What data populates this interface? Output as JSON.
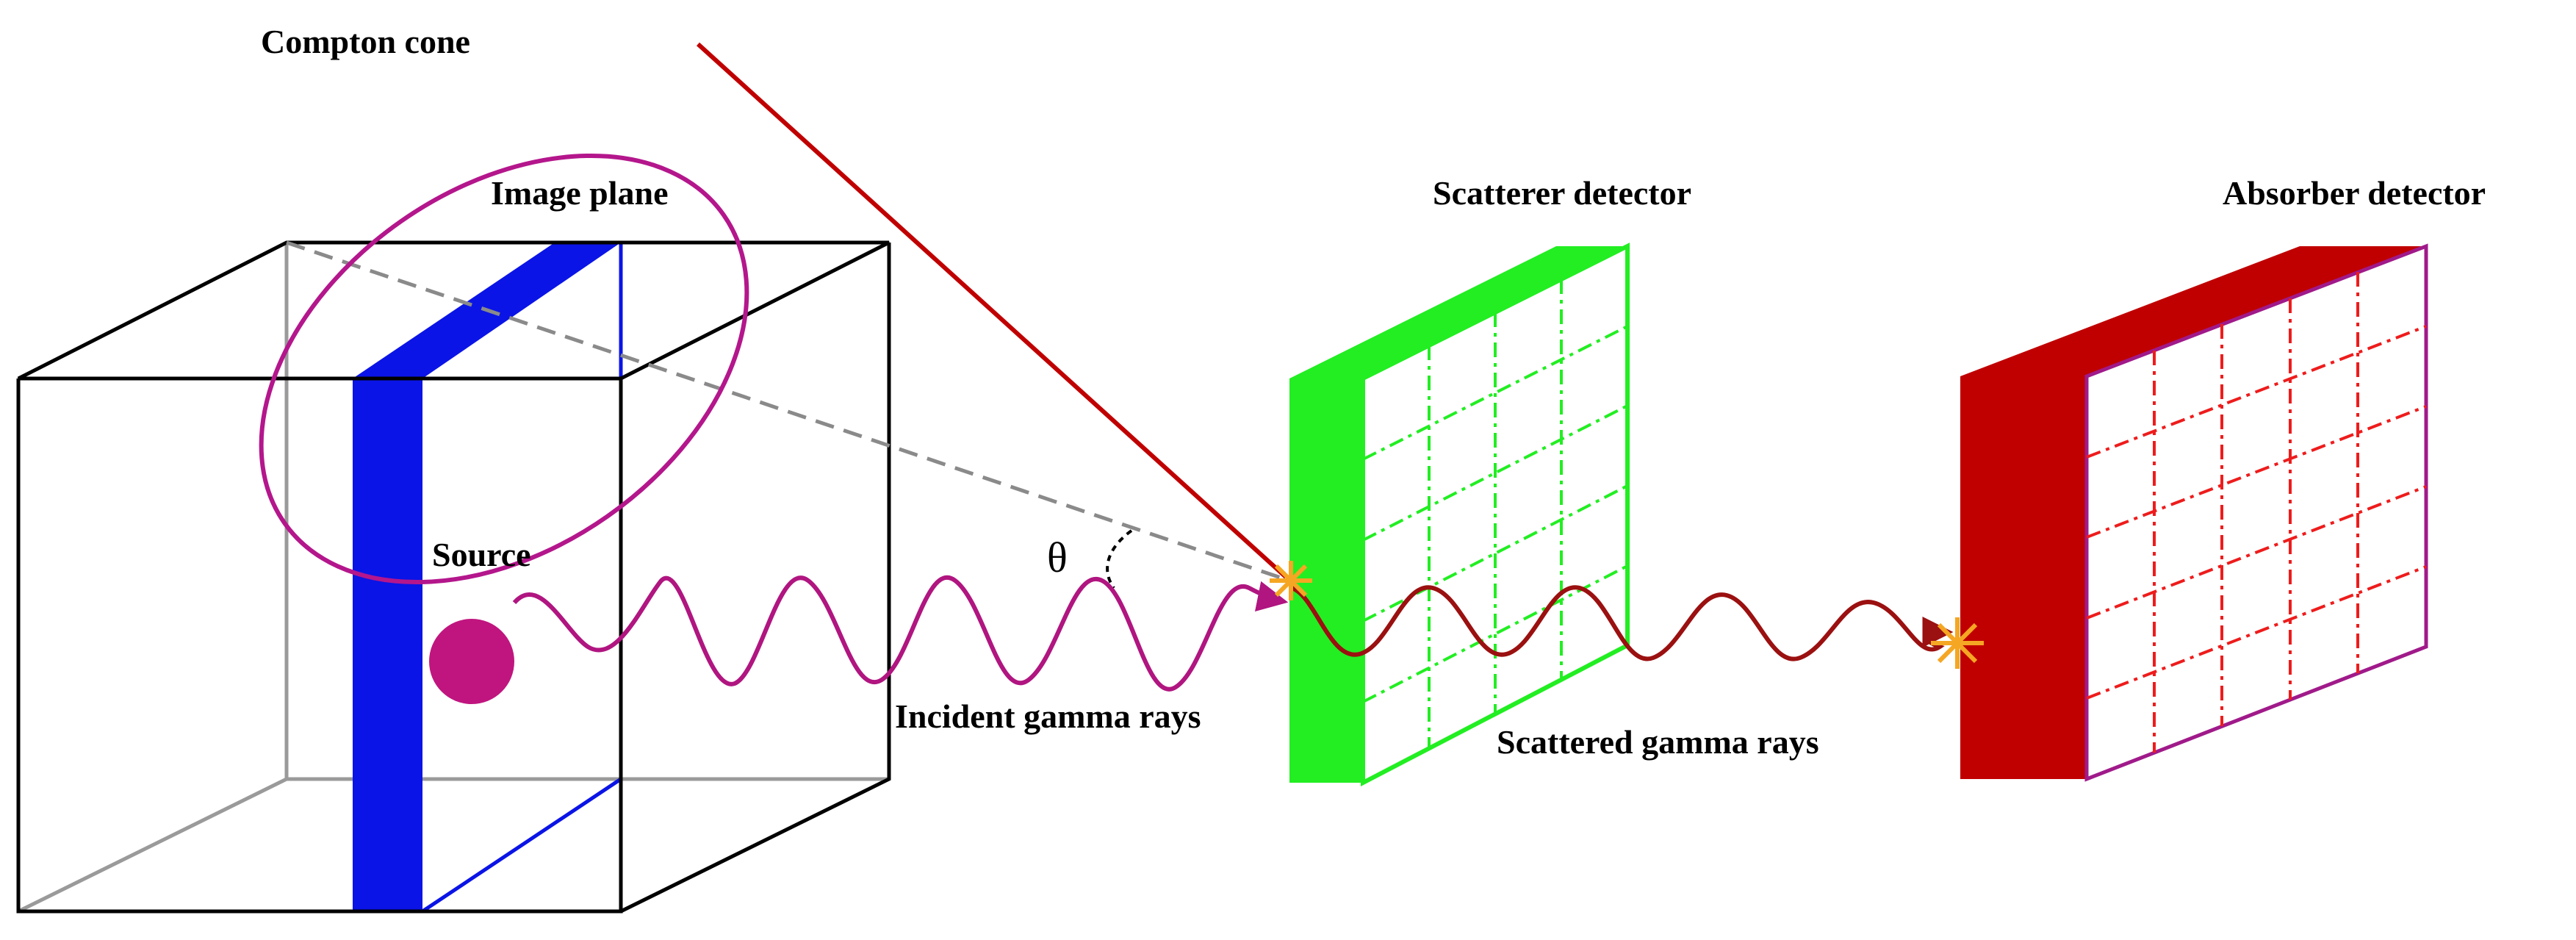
{
  "labels": {
    "compton_cone": "Compton cone",
    "image_plane": "Image plane",
    "scatterer_detector": "Scatterer detector",
    "absorber_detector": "Absorber detector",
    "source": "Source",
    "theta": "θ",
    "incident_gamma_rays": "Incident gamma rays",
    "scattered_gamma_rays": "Scattered gamma rays"
  },
  "colors": {
    "cube_edge": "#000000",
    "cube_hidden_edge": "#9a9a9a",
    "image_plane": "#0a14e6",
    "compton_cone": "#b4168c",
    "source": "#c0157f",
    "incident_wave": "#b01580",
    "cone_line": "#c00000",
    "scattered_wave": "#9b1010",
    "scatterer_detector": "#22ee22",
    "absorber_detector": "#c00000",
    "interaction_star": "#f5a623"
  }
}
